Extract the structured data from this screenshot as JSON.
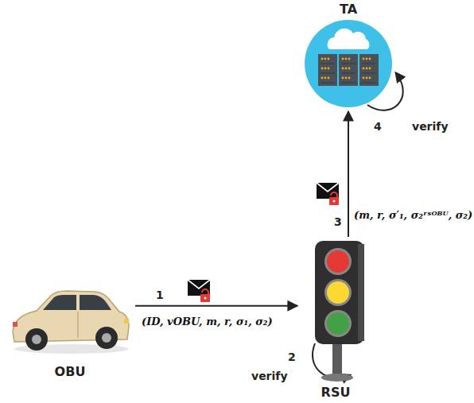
{
  "diagram": {
    "nodes": [
      {
        "text": [
          "TA"
        ]
      },
      {
        "text": [
          "OBU"
        ]
      },
      {
        "text": [
          "RSU"
        ]
      }
    ],
    "edges": [
      {
        "from": 1,
        "to": 2,
        "arrow": "to",
        "label": "(ID, vOBU, m, r, σ₁, σ₂)"
      },
      {
        "from": 2,
        "to": 0,
        "arrow": "to",
        "label": "(m, r, σ′₁, σ₂ʳˢᴼᴮᵁ, σ₂)"
      }
    ],
    "labels": [
      "4",
      "verify",
      "3",
      "1",
      "2",
      "verify"
    ]
  }
}
